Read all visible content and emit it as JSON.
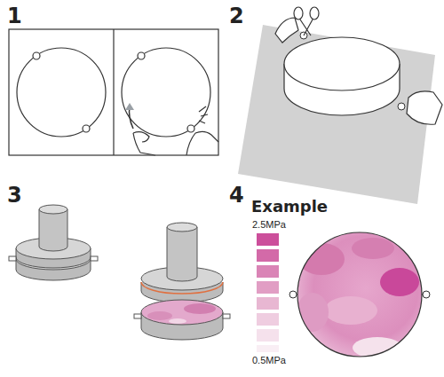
{
  "diagram": {
    "labels": [
      "1",
      "2",
      "3",
      "4",
      "Example",
      "2.5MPa",
      "0.5MPa"
    ]
  }
}
